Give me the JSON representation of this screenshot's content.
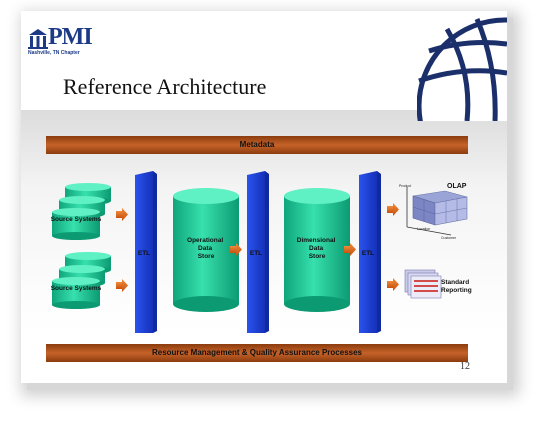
{
  "header": {
    "logo_text": "PMI",
    "logo_subtitle": "Nashville, TN Chapter",
    "title": "Reference Architecture"
  },
  "bars": {
    "top": "Metadata",
    "bottom": "Resource Management & Quality Assurance Processes"
  },
  "source_systems": [
    "Source Systems",
    "Source Systems"
  ],
  "etl_labels": [
    "ETL",
    "ETL",
    "ETL"
  ],
  "stores": {
    "operational": [
      "Operational",
      "Data",
      "Store"
    ],
    "dimensional": [
      "Dimensional",
      "Data",
      "Store"
    ]
  },
  "outputs": {
    "olap_label": "OLAP",
    "olap_axes": [
      "Product",
      "Location",
      "Customer"
    ],
    "reporting_label": [
      "Standard",
      "Reporting"
    ]
  },
  "slide_number": "12",
  "colors": {
    "source_cylinder": "#22c79a",
    "store_cylinder": "#2fd0a0",
    "etl_bar": "#1e40d6",
    "arrow": "#e26a1e",
    "bar": "#c6622a"
  }
}
